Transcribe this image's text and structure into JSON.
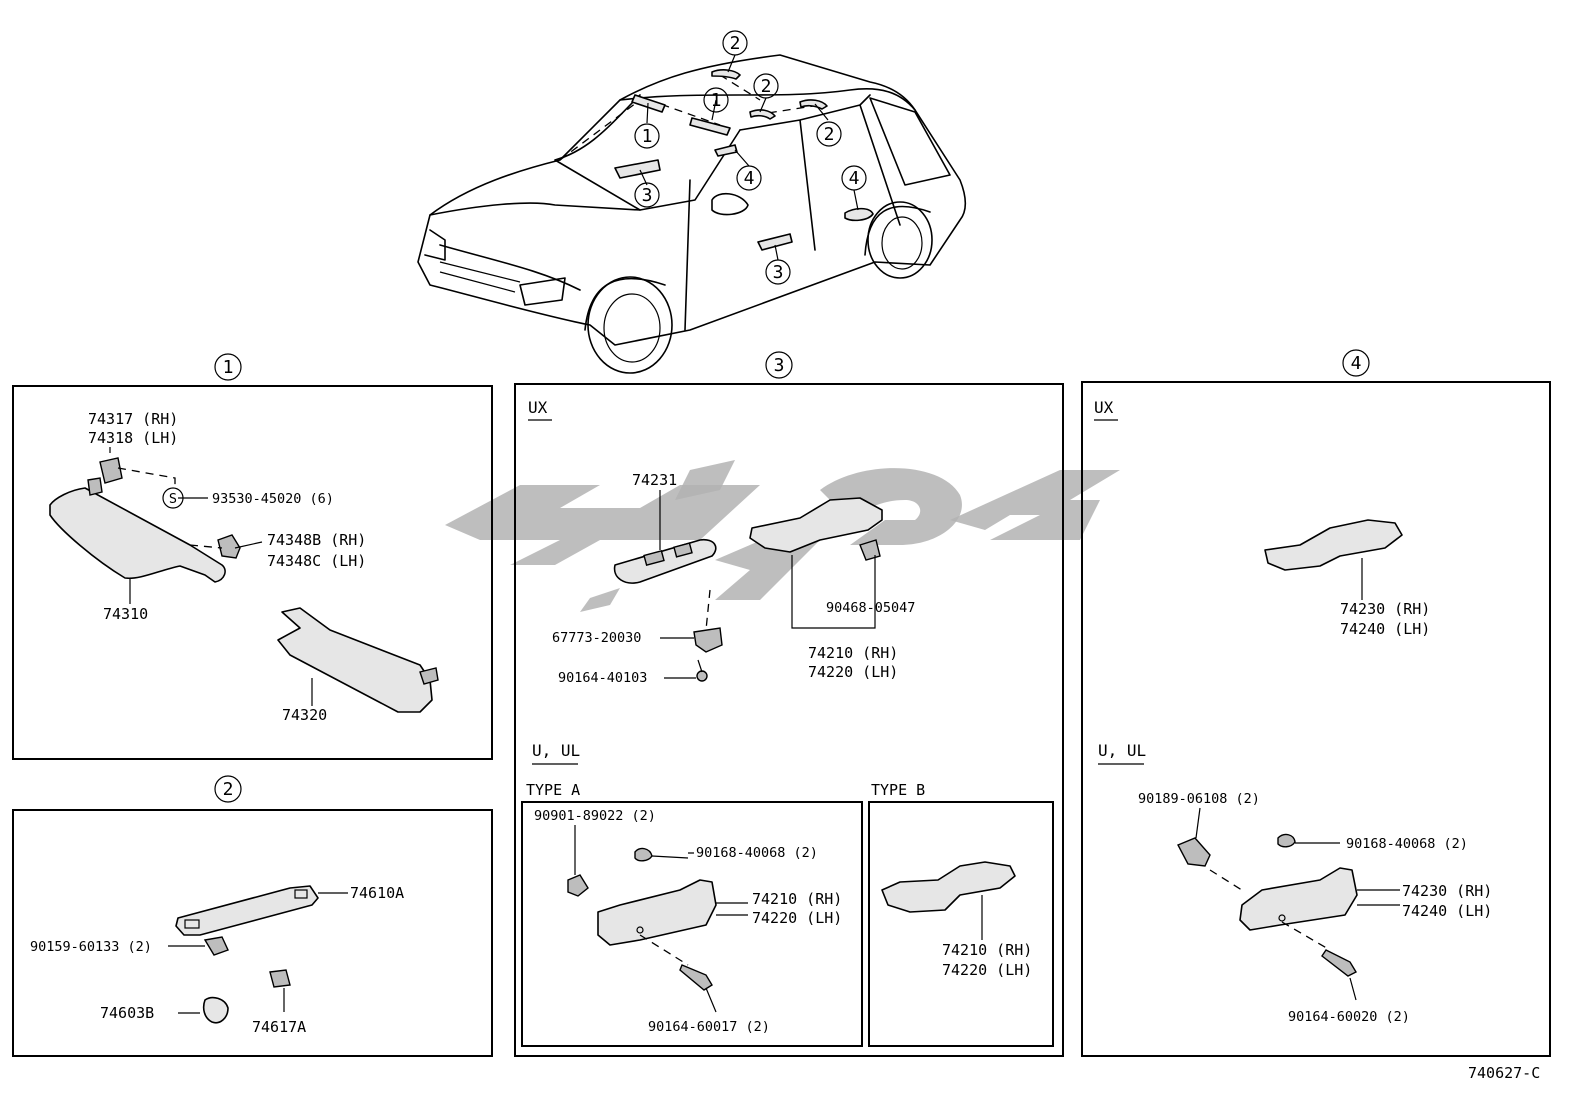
{
  "diagram_id": "740627-C",
  "section_markers": {
    "s1": "1",
    "s2": "2",
    "s3": "3",
    "s4": "4"
  },
  "car_callouts": [
    "2",
    "1",
    "2",
    "1",
    "2",
    "3",
    "4",
    "4",
    "3"
  ],
  "section1": {
    "p74317": "74317 (RH)",
    "p74318": "74318 (LH)",
    "p93530": "93530-45020 (6)",
    "s_symbol": "S",
    "p74348b": "74348B (RH)",
    "p74348c": "74348C (LH)",
    "p74310": "74310",
    "p74320": "74320"
  },
  "section2": {
    "p74610a": "74610A",
    "p90159": "90159-60133 (2)",
    "p74603b": "74603B",
    "p74617a": "74617A"
  },
  "section3": {
    "ux_label": "UX",
    "p74231": "74231",
    "p90468": "90468-05047",
    "p67773": "67773-20030",
    "p90164a": "90164-40103",
    "p74210": "74210 (RH)",
    "p74220": "74220 (LH)",
    "u_ul_label": "U, UL",
    "type_a": "TYPE  A",
    "type_b": "TYPE  B",
    "ta_p90901": "90901-89022 (2)",
    "ta_p90168": "90168-40068 (2)",
    "ta_p74210": "74210 (RH)",
    "ta_p74220": "74220 (LH)",
    "ta_p90164": "90164-60017 (2)",
    "tb_p74210": "74210 (RH)",
    "tb_p74220": "74220 (LH)"
  },
  "section4": {
    "ux_label": "UX",
    "p74230": "74230 (RH)",
    "p74240": "74240 (LH)",
    "u_ul_label": "U, UL",
    "p90189": "90189-06108 (2)",
    "p90168": "90168-40068 (2)",
    "l_p74230": "74230 (RH)",
    "l_p74240": "74240 (LH)",
    "p90164": "90164-60020 (2)"
  },
  "colors": {
    "line": "#000000",
    "watermark": "#b3b3b3",
    "part_fill": "#e6e6e6"
  }
}
